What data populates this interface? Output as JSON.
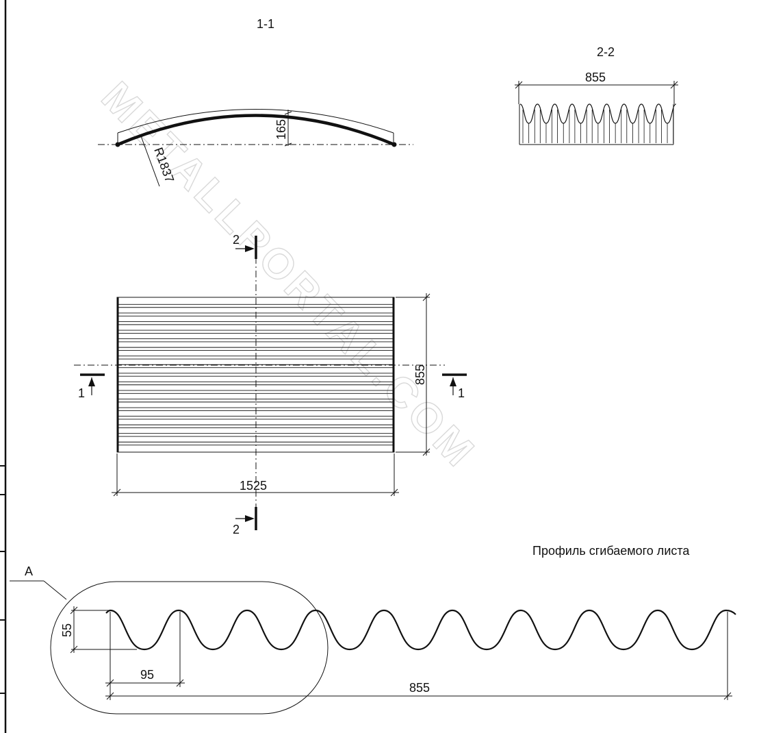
{
  "section_1_1": {
    "title": "1-1",
    "radius_label": "R1837",
    "rise_label": "165"
  },
  "section_2_2": {
    "title": "2-2",
    "width_label": "855"
  },
  "plan_view": {
    "width_label": "1525",
    "height_label": "855",
    "cut_mark_1": "1",
    "cut_mark_2": "2"
  },
  "profile": {
    "title": "Профиль сгибаемого листа",
    "detail_mark": "A",
    "height_label": "55",
    "pitch_label": "95",
    "total_width_label": "855"
  },
  "watermark": "METALLPORTAL.COM"
}
